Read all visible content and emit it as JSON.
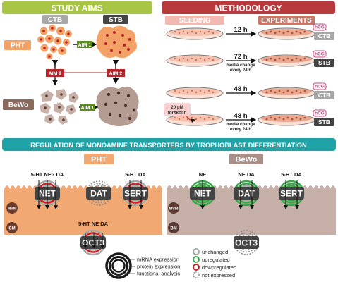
{
  "colors": {
    "study_green": "#a9c546",
    "method_red": "#b8393c",
    "bottom_teal": "#1fa3a7",
    "pht_orange": "#f2a873",
    "pht_cell": "#e8743a",
    "bewo_brown": "#c7b0a7",
    "bewo_cell": "#8f6f63",
    "aim_green": "#5b8a21",
    "aim_red": "#b5262b",
    "upregulated": "#3aa74a",
    "downregulated": "#c4232b",
    "hcg_pink": "#d4407f",
    "dark_label": "#444444",
    "grey_label": "#a7a7a7"
  },
  "study_aims": {
    "title": "STUDY AIMS",
    "col_ctb": "CTB",
    "col_stb": "STB",
    "row_pht": "PHT",
    "row_bewo": "BeWo",
    "aim1_top": "AIM 1",
    "aim1_bottom": "AIM 1",
    "aim2": "AIM 2"
  },
  "methodology": {
    "title": "METHODOLOGY",
    "seeding": "SEEDING",
    "experiments": "EXPERIMENTS",
    "rows": [
      {
        "time": "12 h",
        "note1": "",
        "note2": "",
        "hcg": "hCG",
        "cell": "CTB"
      },
      {
        "time": "72 h",
        "note1": "media change",
        "note2": "every 24 h",
        "hcg": "hCG",
        "cell": "STB"
      },
      {
        "time": "48 h",
        "note1": "",
        "note2": "",
        "hcg": "hCG",
        "cell": "CTB"
      },
      {
        "time": "48 h",
        "note1": "media change",
        "note2": "every 24 h",
        "hcg": "hCG",
        "cell": "STB"
      }
    ],
    "forskolin_line1": "20 μM",
    "forskolin_line2": "forskolin"
  },
  "regulation": {
    "title": "REGULATION OF MONOAMINE TRANSPORTERS BY TROPHOBLAST DIFFERENTIATION",
    "pht_label": "PHT",
    "bewo_label": "BeWo",
    "mvm": "MVM",
    "bm": "BM",
    "pht": {
      "net": {
        "name": "NET",
        "subs": "5-HT NE? DA"
      },
      "dat": {
        "name": "DAT",
        "subs": ""
      },
      "sert": {
        "name": "SERT",
        "subs": "5-HT  DA"
      },
      "oct3": {
        "name": "OCT3",
        "subs": "5-HT  NE   DA"
      }
    },
    "bewo": {
      "net": {
        "name": "NET",
        "subs": "NE"
      },
      "dat": {
        "name": "DAT",
        "subs": "NE  DA"
      },
      "sert": {
        "name": "SERT",
        "subs": "5-HT  DA"
      },
      "oct3": {
        "name": "OCT3",
        "subs": ""
      }
    }
  },
  "legend": {
    "ring_mrna": "mRNA expression",
    "ring_protein": "protein expression",
    "ring_functional": "functional analysis",
    "unchanged": "unchanged",
    "upregulated": "upregulated",
    "downregulated": "downregulated",
    "not_expressed": "not expressed"
  }
}
